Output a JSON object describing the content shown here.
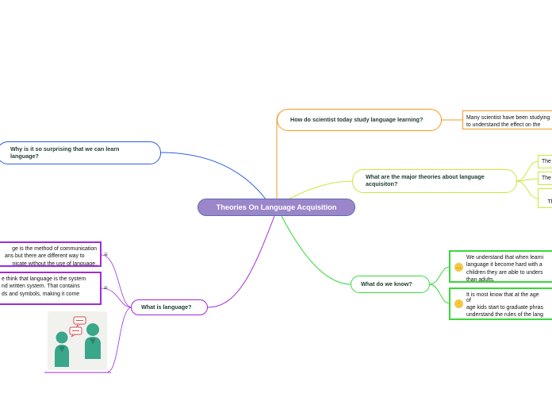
{
  "central": {
    "title": "Theories On Language Acquisition"
  },
  "branches": {
    "surprising": {
      "title": "Why is it so surprising that we can learn language?"
    },
    "study": {
      "title": "How do scientist today study language learning?",
      "note_lines": [
        "Many scientist have been studying",
        "to understand the effect on the"
      ]
    },
    "theories": {
      "title": "What are the major theories about language acquisiton?",
      "children": [
        "The",
        "The",
        "The\nthe"
      ]
    },
    "know": {
      "title": "What do we know?",
      "children": [
        {
          "lines": [
            "We understand that when learni",
            "language it become hard with a",
            "children they are able to unders",
            "than adults."
          ],
          "icon": "thinking-face-icon"
        },
        {
          "lines": [
            "It is most know that at the age",
            "of",
            "age kids start to graduate phras",
            "understand the rules of the lang"
          ],
          "icon": "smiling-face-icon"
        }
      ]
    },
    "language": {
      "title": "What is language?",
      "notes": [
        {
          "lines": [
            "ge is the method of communication",
            "ans but there are different way to",
            "nicate without the use of language."
          ]
        },
        {
          "lines": [
            "e think that language is the system",
            "nd written system. That contains",
            "ds and symbols, making it come"
          ]
        }
      ],
      "image_icon": "two-people-talking-icon"
    }
  },
  "colors": {
    "central_fill": "#9b86c9",
    "blue": "#2f5fe0",
    "orange": "#f59a1b",
    "yellow_green": "#cde63c",
    "green": "#38d93a",
    "purple": "#a02bd8"
  }
}
